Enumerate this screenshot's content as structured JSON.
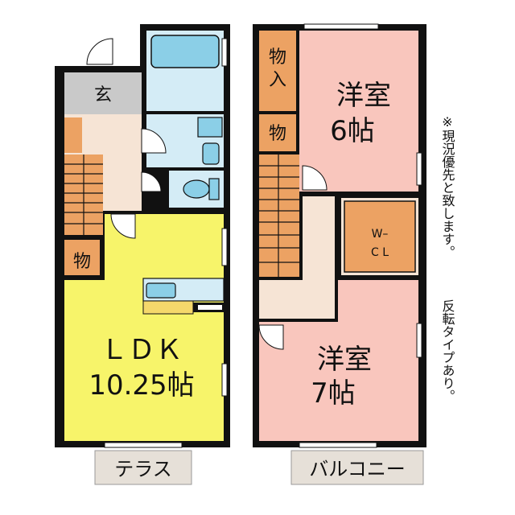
{
  "rooms": {
    "genkan": "玄",
    "ldk_name": "ＬＤＫ",
    "ldk_size": "10.25帖",
    "storage": "物",
    "storage_in": "物入",
    "western1_name": "洋室",
    "western1_size": "6帖",
    "western2_name": "洋室",
    "western2_size": "7帖",
    "wcl_line1": "W–",
    "wcl_line2": "C L",
    "terrace": "テラス",
    "balcony": "バルコニー"
  },
  "notes": {
    "note1": "※現況優先と致します。",
    "note2": "反転タイプあり。"
  },
  "colors": {
    "wall": "#111111",
    "ldk": "#f7f46a",
    "bedroom": "#f9c6bd",
    "storage": "#eca263",
    "corridor": "#f6e4d5",
    "genkan": "#c9c9c9",
    "bath": "#d4ecf6",
    "fixture": "#8bcfe7",
    "outdoor": "#e6e0d8"
  }
}
